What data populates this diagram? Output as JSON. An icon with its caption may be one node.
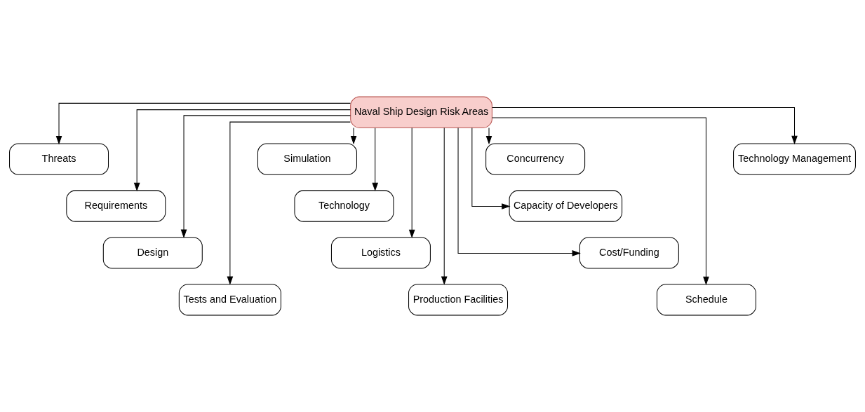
{
  "diagram": {
    "nodes": [
      {
        "text": [
          "Naval Ship Design Risk Areas"
        ]
      },
      {
        "text": [
          "Threats"
        ]
      },
      {
        "text": [
          "Requirements"
        ]
      },
      {
        "text": [
          "Design"
        ]
      },
      {
        "text": [
          "Tests and Evaluation"
        ]
      },
      {
        "text": [
          "Simulation"
        ]
      },
      {
        "text": [
          "Technology"
        ]
      },
      {
        "text": [
          "Logistics"
        ]
      },
      {
        "text": [
          "Production Facilities"
        ]
      },
      {
        "text": [
          "Concurrency"
        ]
      },
      {
        "text": [
          "Capacity of Developers"
        ]
      },
      {
        "text": [
          "Cost/Funding"
        ]
      },
      {
        "text": [
          "Schedule"
        ]
      },
      {
        "text": [
          "Technology Management"
        ]
      }
    ],
    "edges": [
      {
        "from": 0,
        "to": 1,
        "arrow": "to"
      },
      {
        "from": 0,
        "to": 2,
        "arrow": "to"
      },
      {
        "from": 0,
        "to": 3,
        "arrow": "to"
      },
      {
        "from": 0,
        "to": 4,
        "arrow": "to"
      },
      {
        "from": 0,
        "to": 5,
        "arrow": "to"
      },
      {
        "from": 0,
        "to": 6,
        "arrow": "to"
      },
      {
        "from": 0,
        "to": 7,
        "arrow": "to"
      },
      {
        "from": 0,
        "to": 8,
        "arrow": "to"
      },
      {
        "from": 0,
        "to": 9,
        "arrow": "to"
      },
      {
        "from": 0,
        "to": 10,
        "arrow": "to"
      },
      {
        "from": 0,
        "to": 11,
        "arrow": "to"
      },
      {
        "from": 0,
        "to": 12,
        "arrow": "to"
      },
      {
        "from": 0,
        "to": 13,
        "arrow": "to"
      }
    ]
  }
}
